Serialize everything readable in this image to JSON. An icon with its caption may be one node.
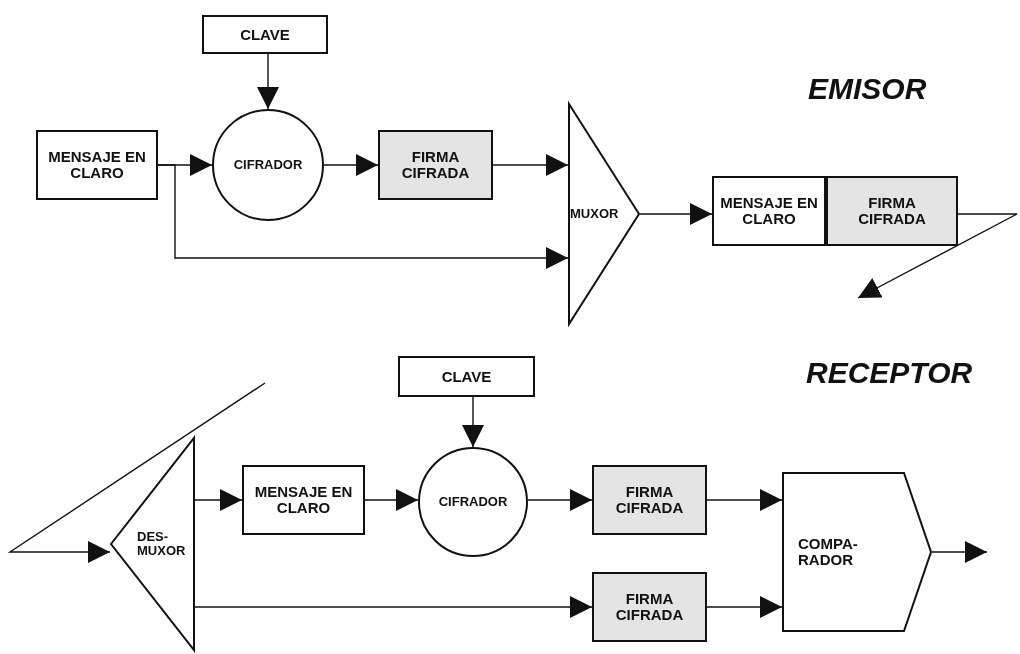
{
  "diagram": {
    "nodes": [
      {
        "text": [
          "CLAVE"
        ]
      },
      {
        "text": [
          "MENSAJE EN CLARO"
        ]
      },
      {
        "text": [
          "CIFRADOR"
        ]
      },
      {
        "text": [
          "FIRMA CIFRADA"
        ]
      },
      {
        "text": [
          "MUXOR"
        ]
      },
      {
        "text": [
          "MENSAJE EN CLARO"
        ]
      },
      {
        "text": [
          "FIRMA CIFRADA"
        ]
      },
      {
        "text": [
          "CLAVE"
        ]
      },
      {
        "text": [
          "DES- MUXOR"
        ]
      },
      {
        "text": [
          "MENSAJE EN CLARO"
        ]
      },
      {
        "text": [
          "CIFRADOR"
        ]
      },
      {
        "text": [
          "FIRMA CIFRADA"
        ]
      },
      {
        "text": [
          "FIRMA CIFRADA"
        ]
      },
      {
        "text": [
          "COMPA- RADOR"
        ]
      }
    ],
    "edges": [
      {
        "from": 0,
        "to": 2,
        "arrow": "to"
      },
      {
        "from": 1,
        "to": 2,
        "arrow": "to"
      },
      {
        "from": 1,
        "to": 4,
        "arrow": "to"
      },
      {
        "from": 2,
        "to": 3,
        "arrow": "to"
      },
      {
        "from": 3,
        "to": 4,
        "arrow": "to"
      },
      {
        "from": 4,
        "to": 5,
        "arrow": "to"
      },
      {
        "from": 6,
        "to": null,
        "arrow": "to"
      },
      {
        "from": null,
        "to": 8,
        "arrow": "to"
      },
      {
        "from": 8,
        "to": 9,
        "arrow": "to"
      },
      {
        "from": 9,
        "to": 10,
        "arrow": "to"
      },
      {
        "from": 7,
        "to": 10,
        "arrow": "to"
      },
      {
        "from": 10,
        "to": 11,
        "arrow": "to"
      },
      {
        "from": 8,
        "to": 12,
        "arrow": "to"
      },
      {
        "from": 11,
        "to": 13,
        "arrow": "to"
      },
      {
        "from": 12,
        "to": 13,
        "arrow": "to"
      },
      {
        "from": 13,
        "to": null,
        "arrow": "to"
      }
    ],
    "labels": [
      "EMISOR",
      "RECEPTOR"
    ]
  }
}
